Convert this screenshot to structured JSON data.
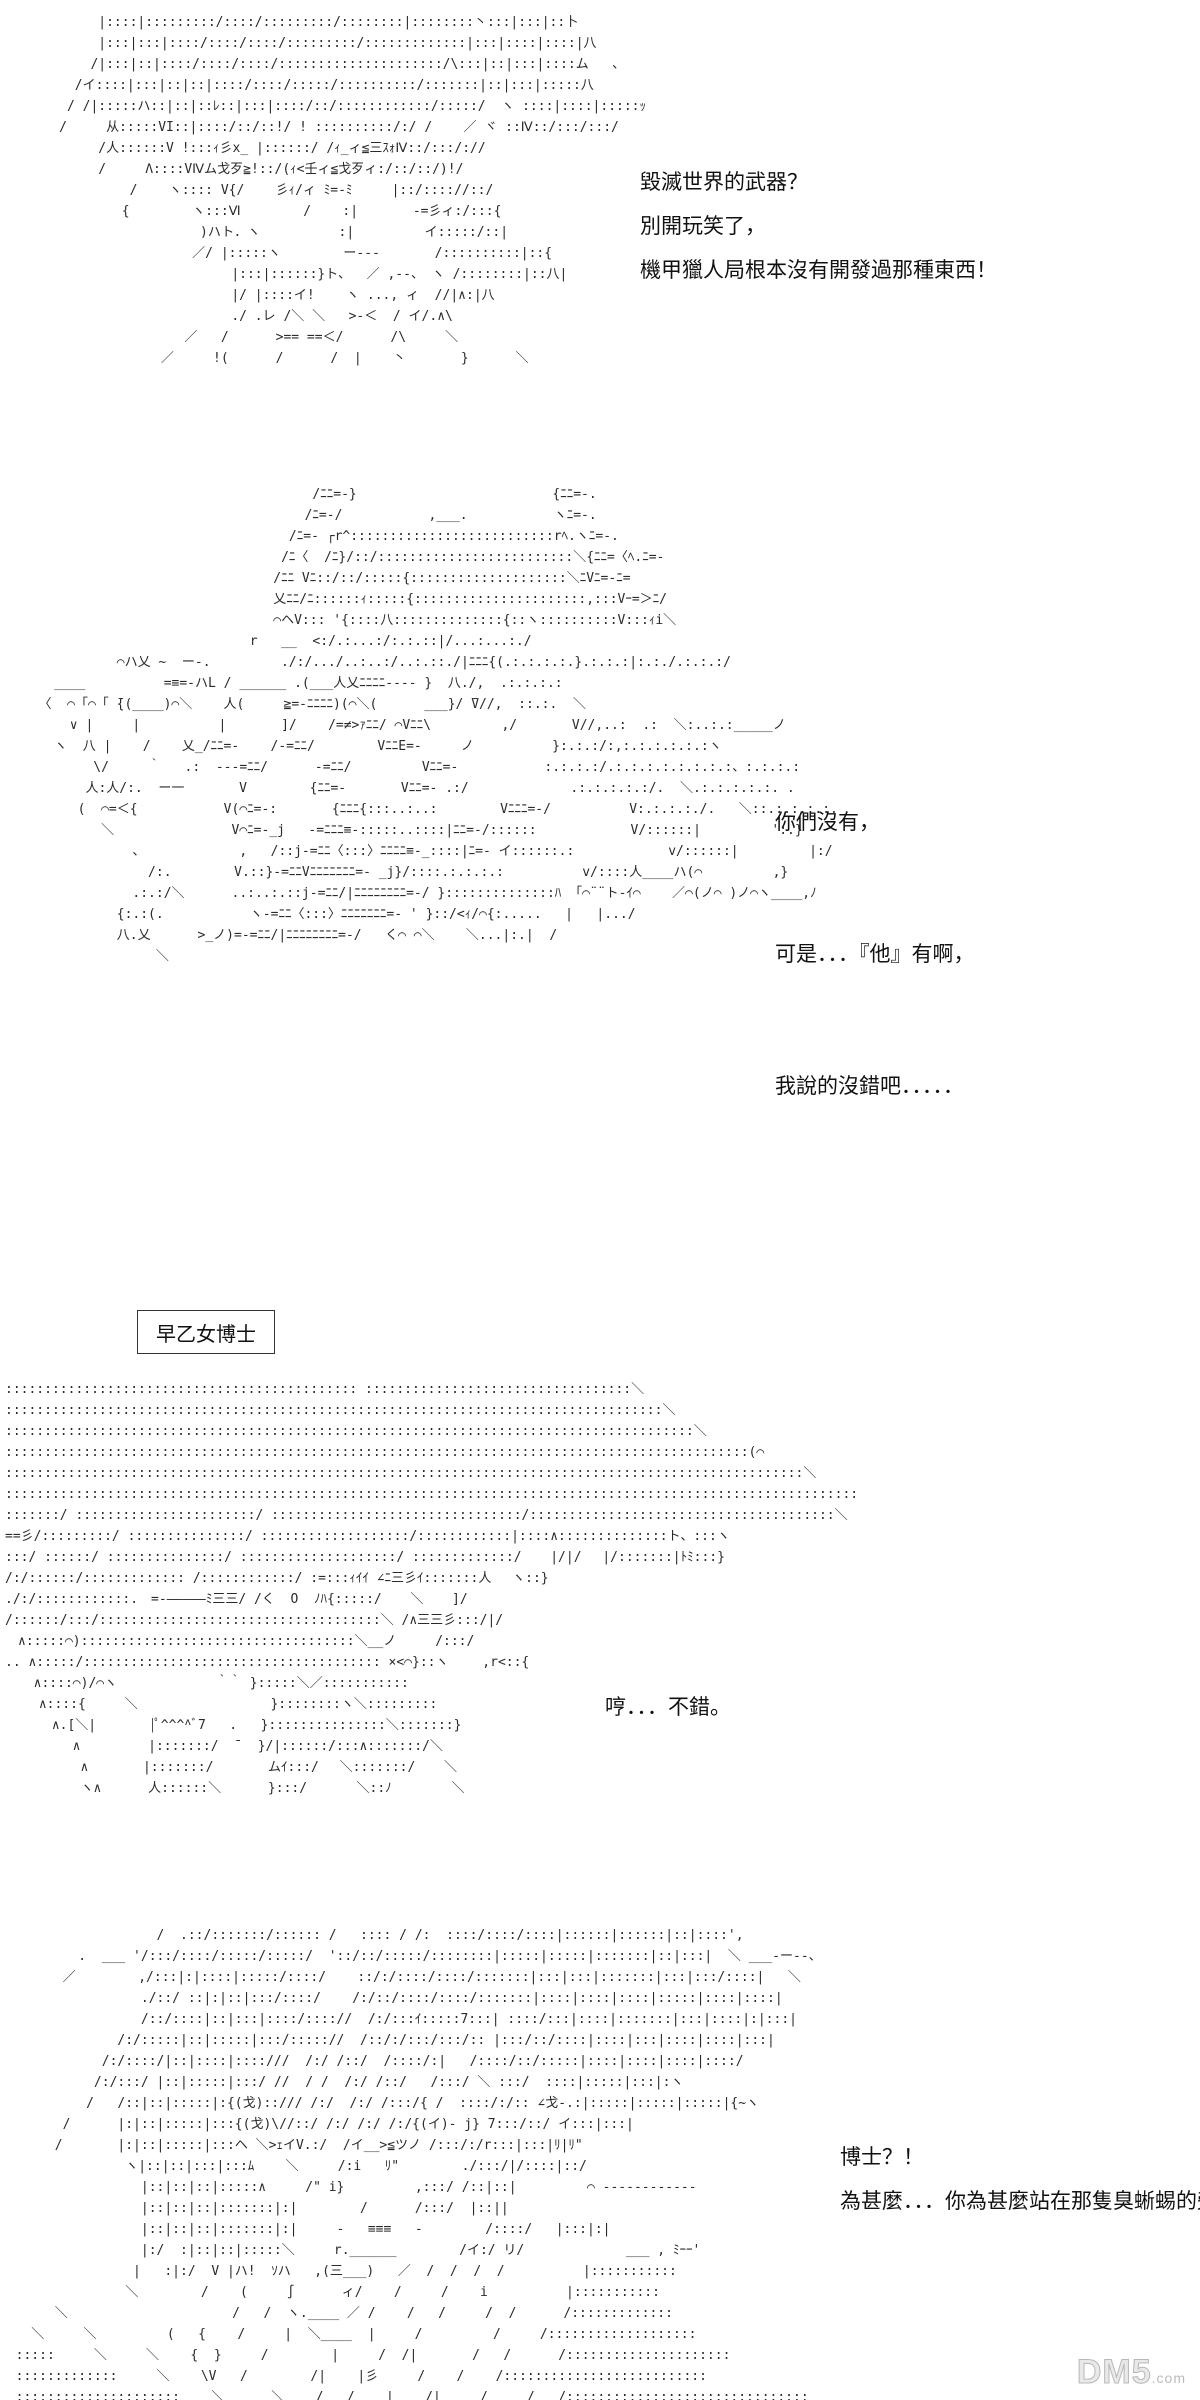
{
  "panels": [
    {
      "id": "panel-1",
      "lines": [
        "毀滅世界的武器？",
        "別開玩笑了，",
        "機甲獵人局根本沒有開發過那種東西！"
      ]
    },
    {
      "id": "panel-2",
      "lines": [
        "你們沒有，",
        "可是．．．『他』有啊，",
        "我說的沒錯吧．．．．．"
      ]
    },
    {
      "id": "panel-3",
      "name_tag": "早乙女博士",
      "lines": [
        "哼．．．不錯。"
      ]
    },
    {
      "id": "panel-4",
      "lines": [
        "博士？！",
        "為甚麼．．．你為甚麼站在那隻臭蜥蜴的旁邊！"
      ]
    }
  ],
  "watermark": {
    "brand": "DM5",
    "suffix": ".com"
  }
}
